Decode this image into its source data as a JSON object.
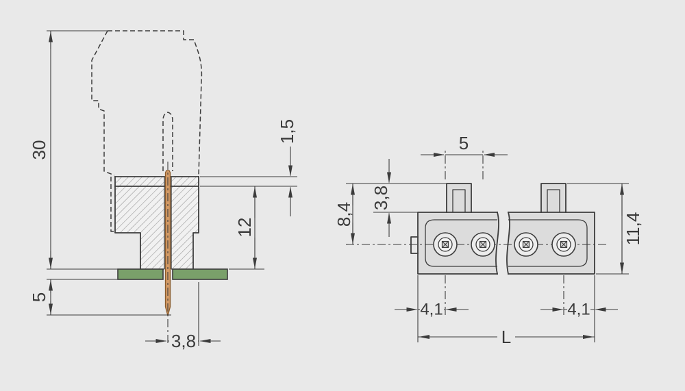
{
  "drawing": {
    "kind": "technical-dimension-drawing",
    "views": {
      "left": "side-section-view",
      "right": "front-view"
    }
  },
  "labels": {
    "d30": "30",
    "d5_side": "5",
    "d1_5": "1,5",
    "d12": "12",
    "d3_8_side": "3,8",
    "d5_front": "5",
    "d3_8_front": "3,8",
    "d8_4": "8,4",
    "d11_4": "11,4",
    "d4_1_left": "4,1",
    "d4_1_right": "4,1",
    "dL": "L"
  },
  "colors": {
    "background": "#e9e9e9",
    "line": "#3c3c3c",
    "section_fill": "#f1f1f1",
    "body_fill": "#dcdcdc",
    "hatch": "#999999",
    "pin_copper_fill": "#d29a66",
    "pin_copper_stroke": "#8a5a2a",
    "pcb_green": "#7aa06a"
  }
}
